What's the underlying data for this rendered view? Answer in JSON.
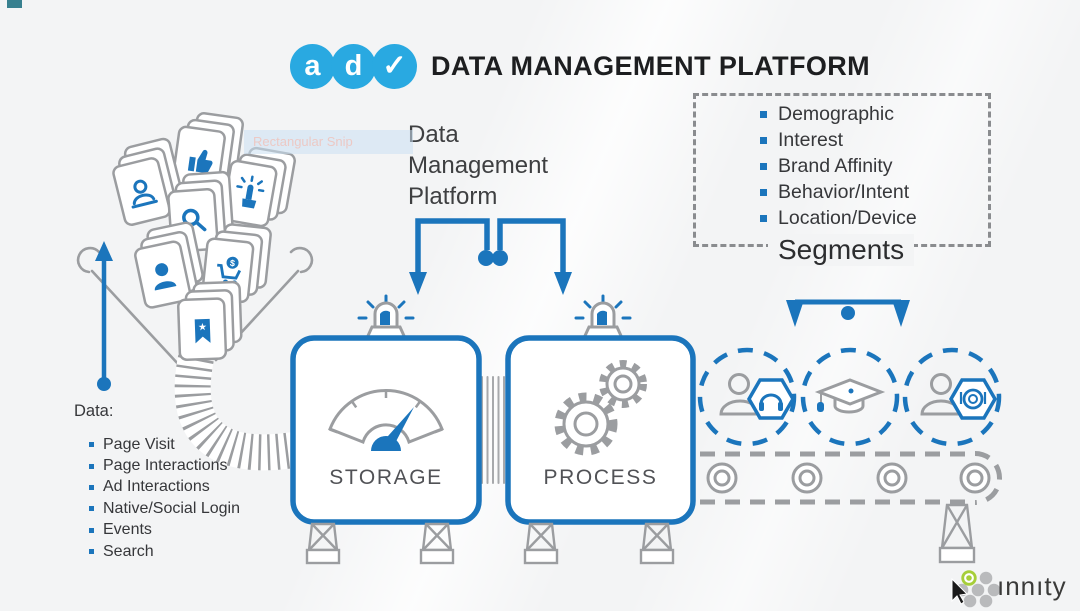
{
  "header": {
    "logo_letters": [
      "a",
      "d",
      "✓"
    ],
    "title": "DATA MANAGEMENT PLATFORM"
  },
  "snip_overlay": {
    "label": "Rectangular Snip"
  },
  "flow": {
    "dmp_label": "Data\nManagement\nPlatform",
    "storage_label": "STORAGE",
    "process_label": "PROCESS"
  },
  "segments_box": {
    "title": "Segments",
    "items": [
      "Demographic",
      "Interest",
      "Brand Affinity",
      "Behavior/Intent",
      "Location/Device"
    ]
  },
  "data_panel": {
    "heading": "Data:",
    "items": [
      "Page Visit",
      "Page Interactions",
      "Ad Interactions",
      "Native/Social Login",
      "Events",
      "Search"
    ]
  },
  "data_source_icons": [
    "like-icon",
    "location-user-icon",
    "tap-icon",
    "search-icon",
    "user-icon",
    "cart-icon",
    "bookmark-icon"
  ],
  "segment_icons": [
    "user-headphones-icon",
    "graduation-cap-icon",
    "user-dining-icon"
  ],
  "brand": {
    "name": "ınnıty"
  },
  "colors": {
    "accent_blue": "#1b75bc",
    "logo_blue": "#29a9e1",
    "outline_gray": "#9b9da0",
    "brand_green": "#a6ce39",
    "text_dark": "#36373a"
  }
}
